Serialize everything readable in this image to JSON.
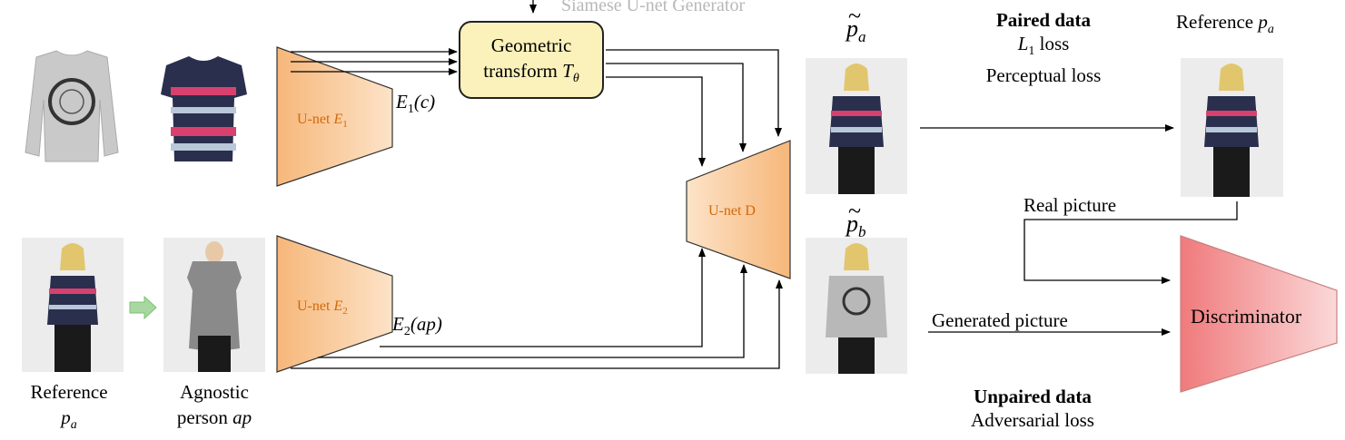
{
  "header_text": "Siamese U-net Generator",
  "encoders": {
    "e1_label_prefix": "U-net ",
    "e1_sym": "E",
    "e1_sub": "1",
    "e2_label_prefix": "U-net ",
    "e2_sym": "E",
    "e2_sub": "2"
  },
  "geometric": {
    "line1": "Geometric",
    "line2_prefix": "transform ",
    "sym": "T",
    "sub": "θ"
  },
  "decoder": {
    "label": "U-net D"
  },
  "features": {
    "e1c_sym": "E",
    "e1c_sub": "1",
    "e1c_arg": "(c)",
    "e2ap_sym": "E",
    "e2ap_sub": "2",
    "e2ap_arg": "(ap)"
  },
  "outputs": {
    "pa_sym": "p",
    "pa_sub": "a",
    "pb_sym": "p",
    "pb_sub": "b",
    "tilde": "~"
  },
  "paired": {
    "title": "Paired data",
    "l1_sym": "L",
    "l1_sub": "1",
    "l1_rest": " loss",
    "perceptual": "Perceptual loss"
  },
  "unpaired": {
    "title": "Unpaired data",
    "adversarial": "Adversarial loss"
  },
  "reference_top": {
    "label": "Reference ",
    "sym": "p",
    "sub": "a"
  },
  "reference_left": {
    "label": "Reference",
    "sym": "p",
    "sub": "a"
  },
  "agnostic": {
    "line1": "Agnostic",
    "line2_prefix": "person  ",
    "sym": "ap"
  },
  "real_picture": "Real picture",
  "generated_picture": "Generated picture",
  "discriminator": "Discriminator",
  "colors": {
    "encoder_fill_start": "#f6b77a",
    "encoder_fill_end": "#fde3c8",
    "geometric_fill": "#fbf1ba",
    "discriminator_start": "#f07a7c",
    "discriminator_end": "#fbd8d8",
    "orange_text": "#d2690a",
    "green_arrow": "#a8d8a0"
  }
}
